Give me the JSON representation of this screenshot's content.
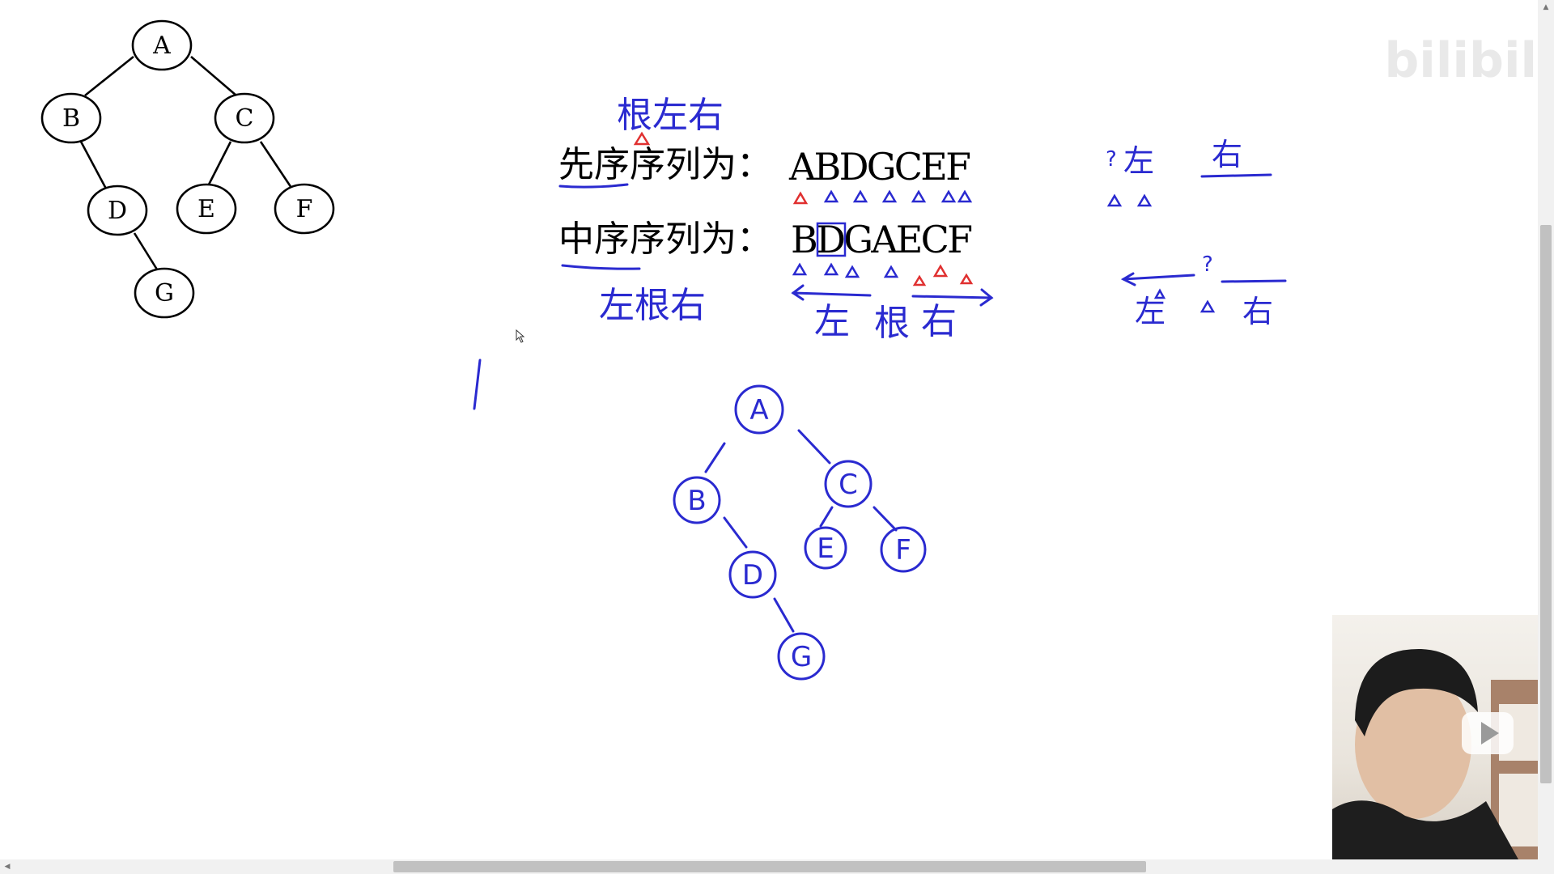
{
  "watermark": "bilibili",
  "colors": {
    "ink": "#000000",
    "pen_blue": "#2a2ad0",
    "pen_red": "#e03030"
  },
  "reference_tree": {
    "nodes": [
      "A",
      "B",
      "C",
      "D",
      "E",
      "F",
      "G"
    ]
  },
  "handwritten_tree": {
    "nodes": [
      "A",
      "B",
      "C",
      "D",
      "E",
      "F",
      "G"
    ]
  },
  "preorder": {
    "label": "先序序列为：",
    "sequence": "ABDGCEF",
    "note": "根左右"
  },
  "inorder": {
    "label": "中序序列为：",
    "sequence": "BDGAECF",
    "note": "左根右"
  },
  "inorder_split": {
    "left": "左",
    "root": "根",
    "right": "右"
  },
  "right_notes": {
    "row1_left": "左",
    "row1_right": "右",
    "row2_left": "左",
    "row2_right": "右"
  }
}
